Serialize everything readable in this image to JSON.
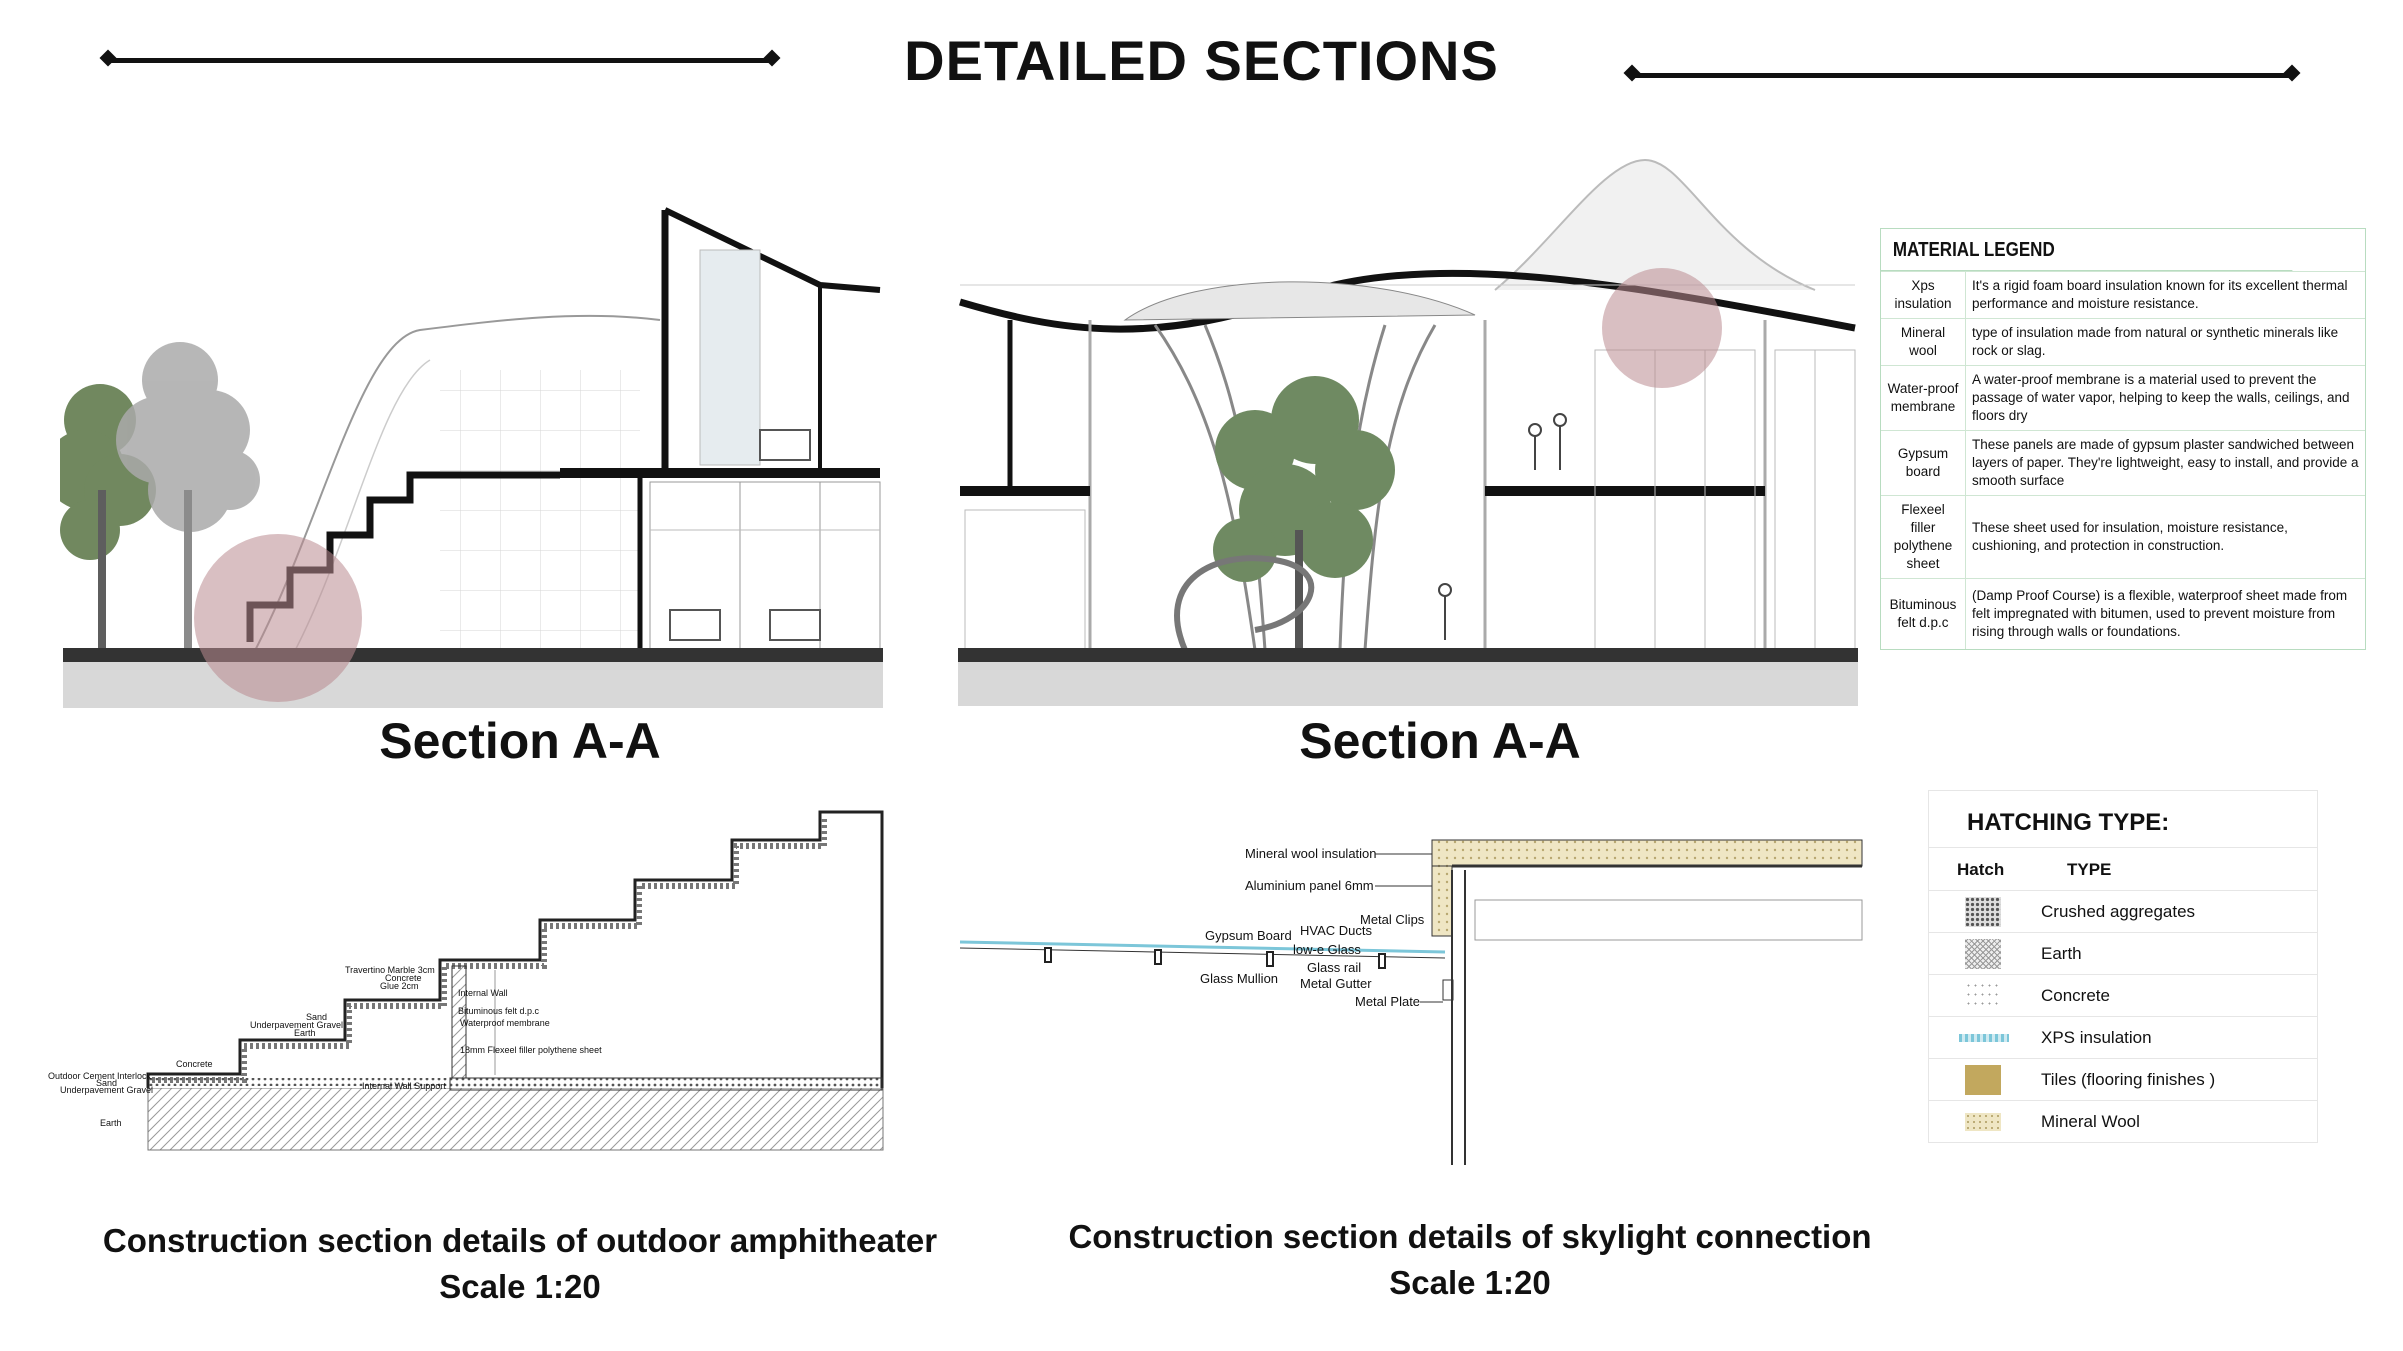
{
  "page_title": "DETAILED SECTIONS",
  "sections": [
    {
      "title": "Section A-A"
    },
    {
      "title": "Section A-A"
    }
  ],
  "details": [
    {
      "caption": "Construction section details of outdoor amphitheater",
      "scale": "Scale 1:20",
      "labels": [
        "Travertino Marble 3cm",
        "Concrete",
        "Glue 2cm",
        "Internal Wall",
        "Bituminous felt d.p.c",
        "Waterproof membrane",
        "Sand",
        "Underpavement Gravel",
        "Earth",
        "18mm Flexeel filler polythene sheet",
        "Concrete",
        "Outdoor Cement Interlock",
        "Sand",
        "Underpavement Gravel",
        "Internal Wall Support",
        "Earth"
      ]
    },
    {
      "caption": "Construction section details of skylight connection",
      "scale": "Scale 1:20",
      "labels": [
        "Mineral wool insulation",
        "Aluminium panel 6mm",
        "Metal Clips",
        "Gypsum Board",
        "HVAC Ducts",
        "low-e Glass",
        "Glass rail",
        "Glass Mullion",
        "Metal Gutter",
        "Metal Plate"
      ]
    }
  ],
  "material_legend": {
    "title": "MATERIAL LEGEND",
    "rows": [
      {
        "name": "Xps insulation",
        "desc": "It's a rigid foam board insulation known for its excellent thermal performance and moisture resistance."
      },
      {
        "name": "Mineral wool",
        "desc": "type of insulation made from natural or synthetic minerals like rock or slag."
      },
      {
        "name": "Water-proof membrane",
        "desc": "A water-proof membrane is a material used to prevent the passage of water vapor, helping to keep the walls, ceilings, and floors dry"
      },
      {
        "name": "Gypsum board",
        "desc": "These panels are made of gypsum plaster sandwiched between layers of paper. They're lightweight, easy to install, and provide a smooth surface"
      },
      {
        "name": "Flexeel filler polythene sheet",
        "desc": "These sheet used for insulation, moisture resistance, cushioning, and protection in construction."
      },
      {
        "name": "Bituminous felt d.p.c",
        "desc": "(Damp Proof Course) is a flexible, waterproof sheet made from felt impregnated with bitumen, used to prevent moisture from rising through walls or foundations."
      }
    ]
  },
  "hatching": {
    "title": "HATCHING TYPE:",
    "col_hatch": "Hatch",
    "col_type": "TYPE",
    "rows": [
      {
        "type": "Crushed aggregates",
        "swatch": "crushed-aggregates-swatch"
      },
      {
        "type": "Earth",
        "swatch": "earth-swatch"
      },
      {
        "type": "Concrete",
        "swatch": "concrete-swatch"
      },
      {
        "type": "XPS insulation",
        "swatch": "xps-swatch"
      },
      {
        "type": "Tiles (flooring finishes )",
        "swatch": "tiles-swatch",
        "color": "#c2a85e"
      },
      {
        "type": "Mineral Wool",
        "swatch": "mineral-wool-swatch",
        "color": "#efe6c4"
      }
    ]
  },
  "colors": {
    "highlight_circle": "#b98a8f",
    "ground": "#d8d8d8",
    "tree": "#6f8a62"
  }
}
